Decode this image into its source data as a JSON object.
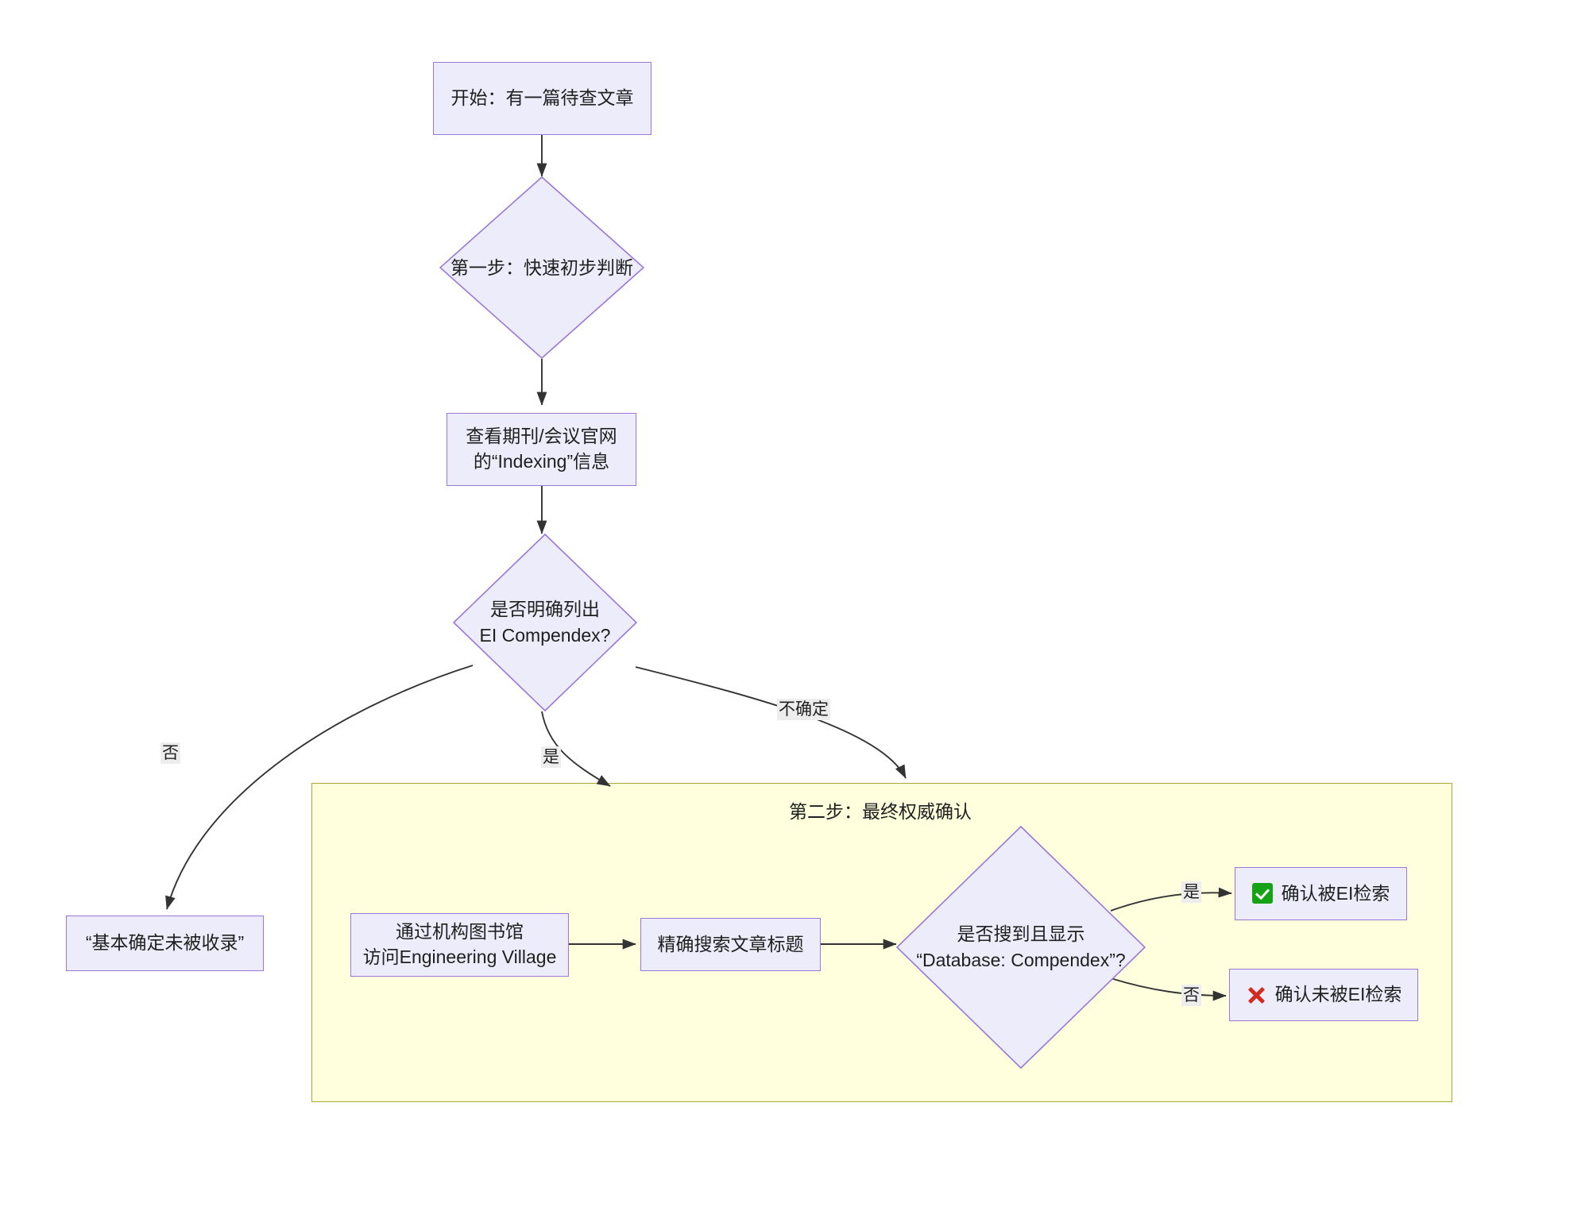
{
  "diagram": {
    "type": "flowchart",
    "title_visible": false,
    "colors": {
      "node_fill": "#ececfb",
      "node_border": "#9a78d8",
      "subgraph_fill": "#ffffde",
      "subgraph_border": "#aaaa33",
      "edge_stroke": "#333333",
      "edge_label_bg": "#ededed",
      "check_green": "#15a215",
      "cross_red": "#d22b20"
    }
  },
  "nodes": {
    "start": {
      "label": "开始：有一篇待查文章",
      "shape": "rect"
    },
    "step1": {
      "label": "第一步：快速初步判断",
      "shape": "diamond"
    },
    "check_site": {
      "label": "查看期刊/会议官网\n的“Indexing”信息",
      "shape": "rect"
    },
    "listed_q": {
      "label": "是否明确列出\nEI Compendex?",
      "shape": "diamond"
    },
    "not_indexed": {
      "label": "“基本确定未被收录”",
      "shape": "rect"
    },
    "ev_access": {
      "label": "通过机构图书馆\n访问Engineering Village",
      "shape": "rect"
    },
    "exact_search": {
      "label": "精确搜索文章标题",
      "shape": "rect"
    },
    "db_q": {
      "label": "是否搜到且显示\n“Database: Compendex”?",
      "shape": "diamond"
    },
    "confirm_yes": {
      "label": "确认被EI检索",
      "icon": "white-check-mark-icon",
      "shape": "rect"
    },
    "confirm_no": {
      "label": "确认未被EI检索",
      "icon": "cross-mark-icon",
      "shape": "rect"
    }
  },
  "subgraphs": {
    "step2": {
      "title": "第二步：最终权威确认"
    }
  },
  "edge_labels": {
    "no_listed": "否",
    "yes_listed": "是",
    "uncertain": "不确定",
    "db_yes": "是",
    "db_no": "否"
  }
}
